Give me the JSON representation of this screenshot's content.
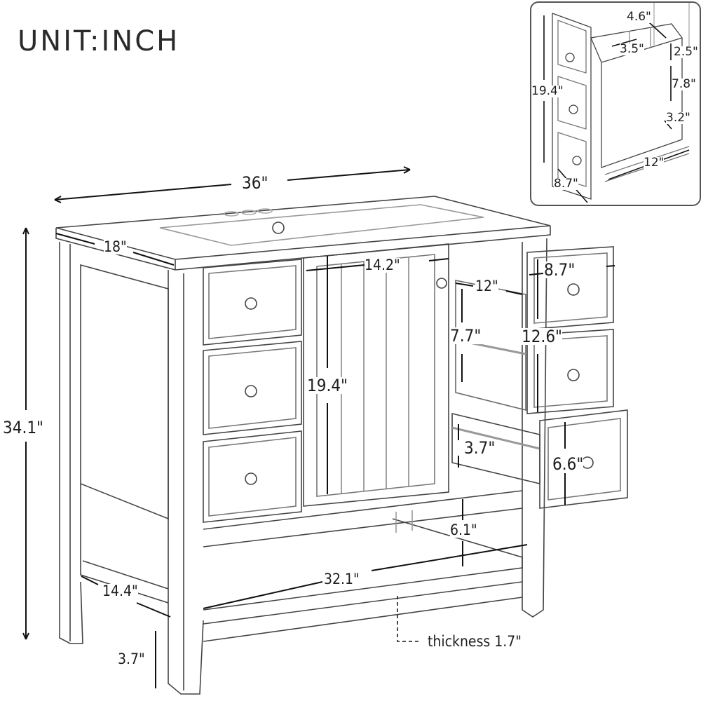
{
  "title": "UNIT:INCH",
  "dimensions": {
    "overall_width": "36\"",
    "overall_depth": "18\"",
    "overall_height": "34.1\"",
    "door_width": "14.2\"",
    "door_height": "19.4\"",
    "open_drawer_depth": "12\"",
    "open_drawer_height": "7.7\"",
    "right_drawer_width": "8.7\"",
    "right_drawer_stack_height": "12.6\"",
    "bottom_drawer_inner_height": "3.7\"",
    "bottom_drawer_front_height": "6.6\"",
    "shelf_clearance": "6.1\"",
    "shelf_width": "32.1\"",
    "shelf_depth": "14.4\"",
    "leg_height": "3.7\"",
    "shelf_thickness": "thickness 1.7\""
  },
  "inset": {
    "compartment_width": "4.6\"",
    "divider_width": "3.5\"",
    "top_tray_height": "2.5\"",
    "middle_height": "7.8\"",
    "bottom_step": "3.2\"",
    "drawer_stack_height": "19.4\"",
    "drawer_depth": "12\"",
    "drawer_width": "8.7\""
  },
  "colors": {
    "line": "#333333",
    "text": "#1e1e1e",
    "background": "#ffffff"
  }
}
